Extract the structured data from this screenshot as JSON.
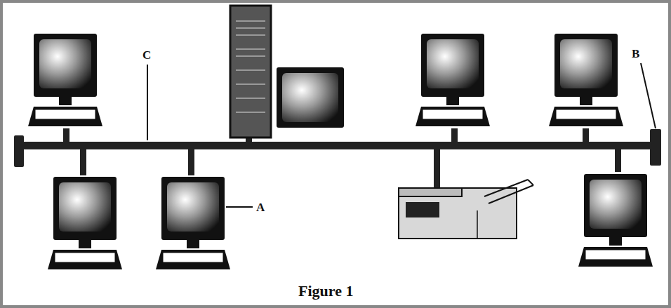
{
  "diagram": {
    "caption": "Figure 1",
    "labels": [
      "C",
      "B",
      "A"
    ]
  }
}
